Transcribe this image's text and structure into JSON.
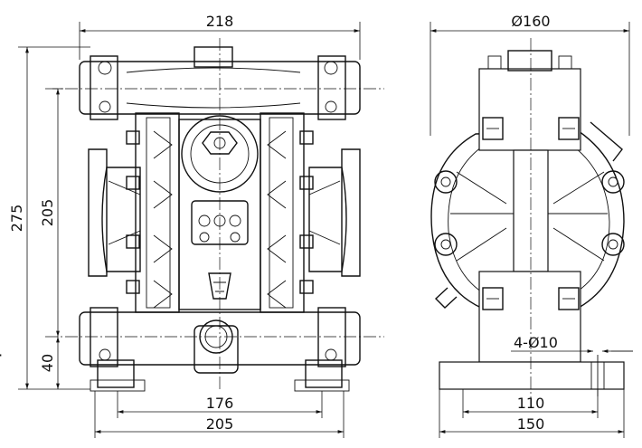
{
  "dimensions": {
    "front_width": "218",
    "front_height": "275",
    "inner_height": "205",
    "base_height": "40",
    "foot_inner": "176",
    "foot_outer": "205",
    "side_diameter": "Ø160",
    "holes": "4-Ø10",
    "hole_spacing": "110",
    "base_width": "150"
  }
}
